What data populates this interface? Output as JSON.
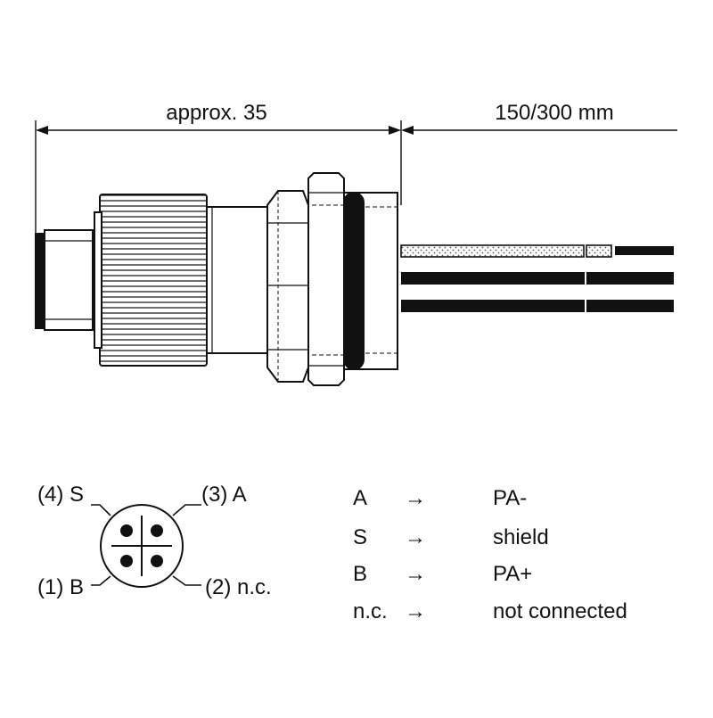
{
  "dimensions": {
    "connector_length": "approx. 35",
    "cable_length": "150/300 mm"
  },
  "pinout": {
    "pin4": "(4) S",
    "pin3": "(3) A",
    "pin1": "(1) B",
    "pin2": "(2) n.c."
  },
  "legend": [
    {
      "code": "A",
      "arrow": "→",
      "meaning": "PA-"
    },
    {
      "code": "S",
      "arrow": "→",
      "meaning": "shield"
    },
    {
      "code": "B",
      "arrow": "→",
      "meaning": "PA+"
    },
    {
      "code": "n.c.",
      "arrow": "→",
      "meaning": "not connected"
    }
  ]
}
